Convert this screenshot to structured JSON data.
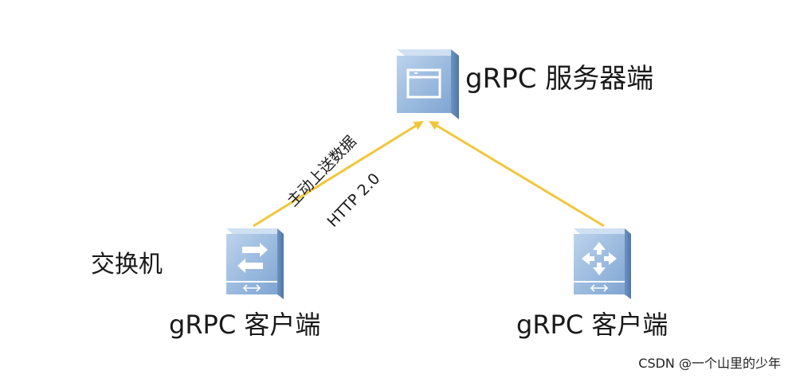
{
  "nodes": {
    "server": {
      "label": "gRPC 服务器端",
      "icon": "server-icon"
    },
    "client_left": {
      "label": "gRPC 客户端",
      "icon": "switch-icon"
    },
    "client_right": {
      "label": "gRPC 客户端",
      "icon": "router-icon"
    },
    "switch_label": "交换机"
  },
  "edges": {
    "left": {
      "label_top": "主动上送数据",
      "label_bottom": "HTTP 2.0"
    }
  },
  "colors": {
    "arrow": "#f2c63c",
    "device_face": "#7fa9d6",
    "device_side": "#5f87b5",
    "device_top": "#a9c6e6"
  },
  "watermark": "CSDN @一个山里的少年"
}
